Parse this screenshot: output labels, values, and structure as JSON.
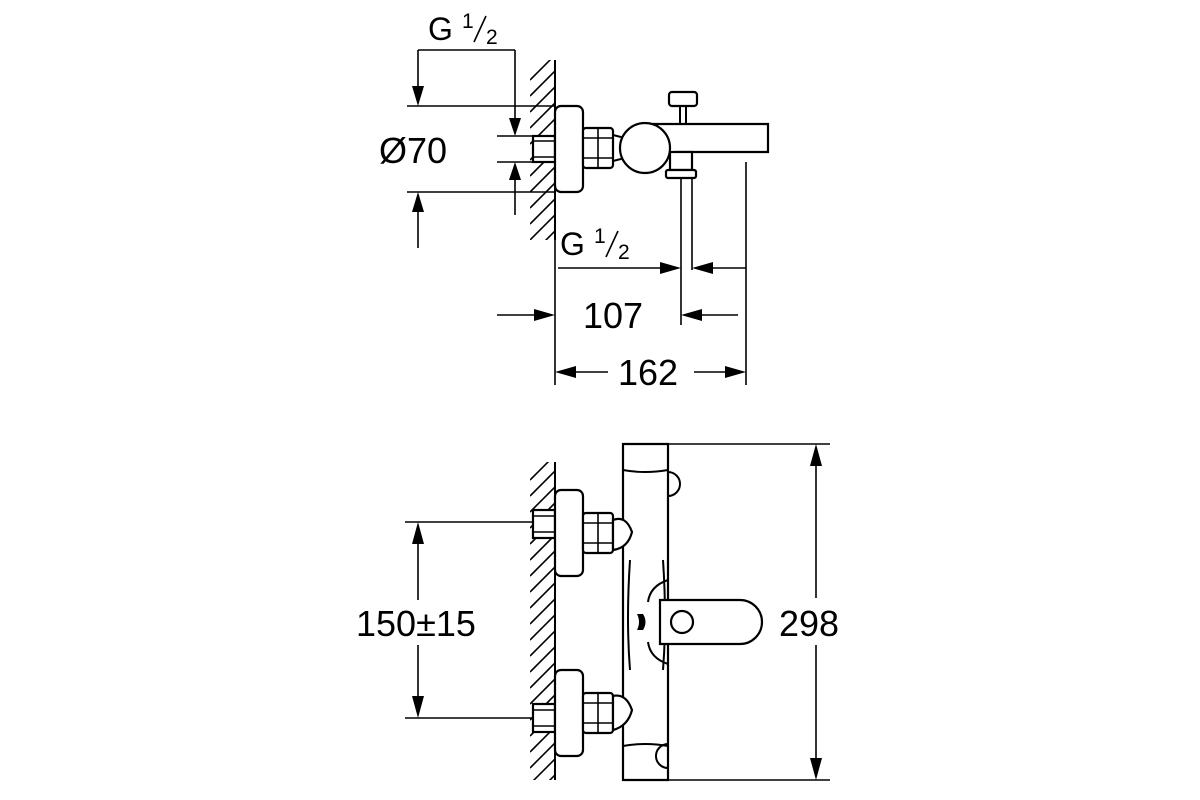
{
  "top_view": {
    "thread_inlet": {
      "main": "G",
      "num": "1",
      "den": "2"
    },
    "thread_outlet": {
      "main": "G",
      "num": "1",
      "den": "2"
    },
    "diameter": "Ø70",
    "dim_spout_outlet": "107",
    "dim_total_depth": "162"
  },
  "front_view": {
    "dim_center_distance": "150±15",
    "dim_total_width": "298"
  }
}
